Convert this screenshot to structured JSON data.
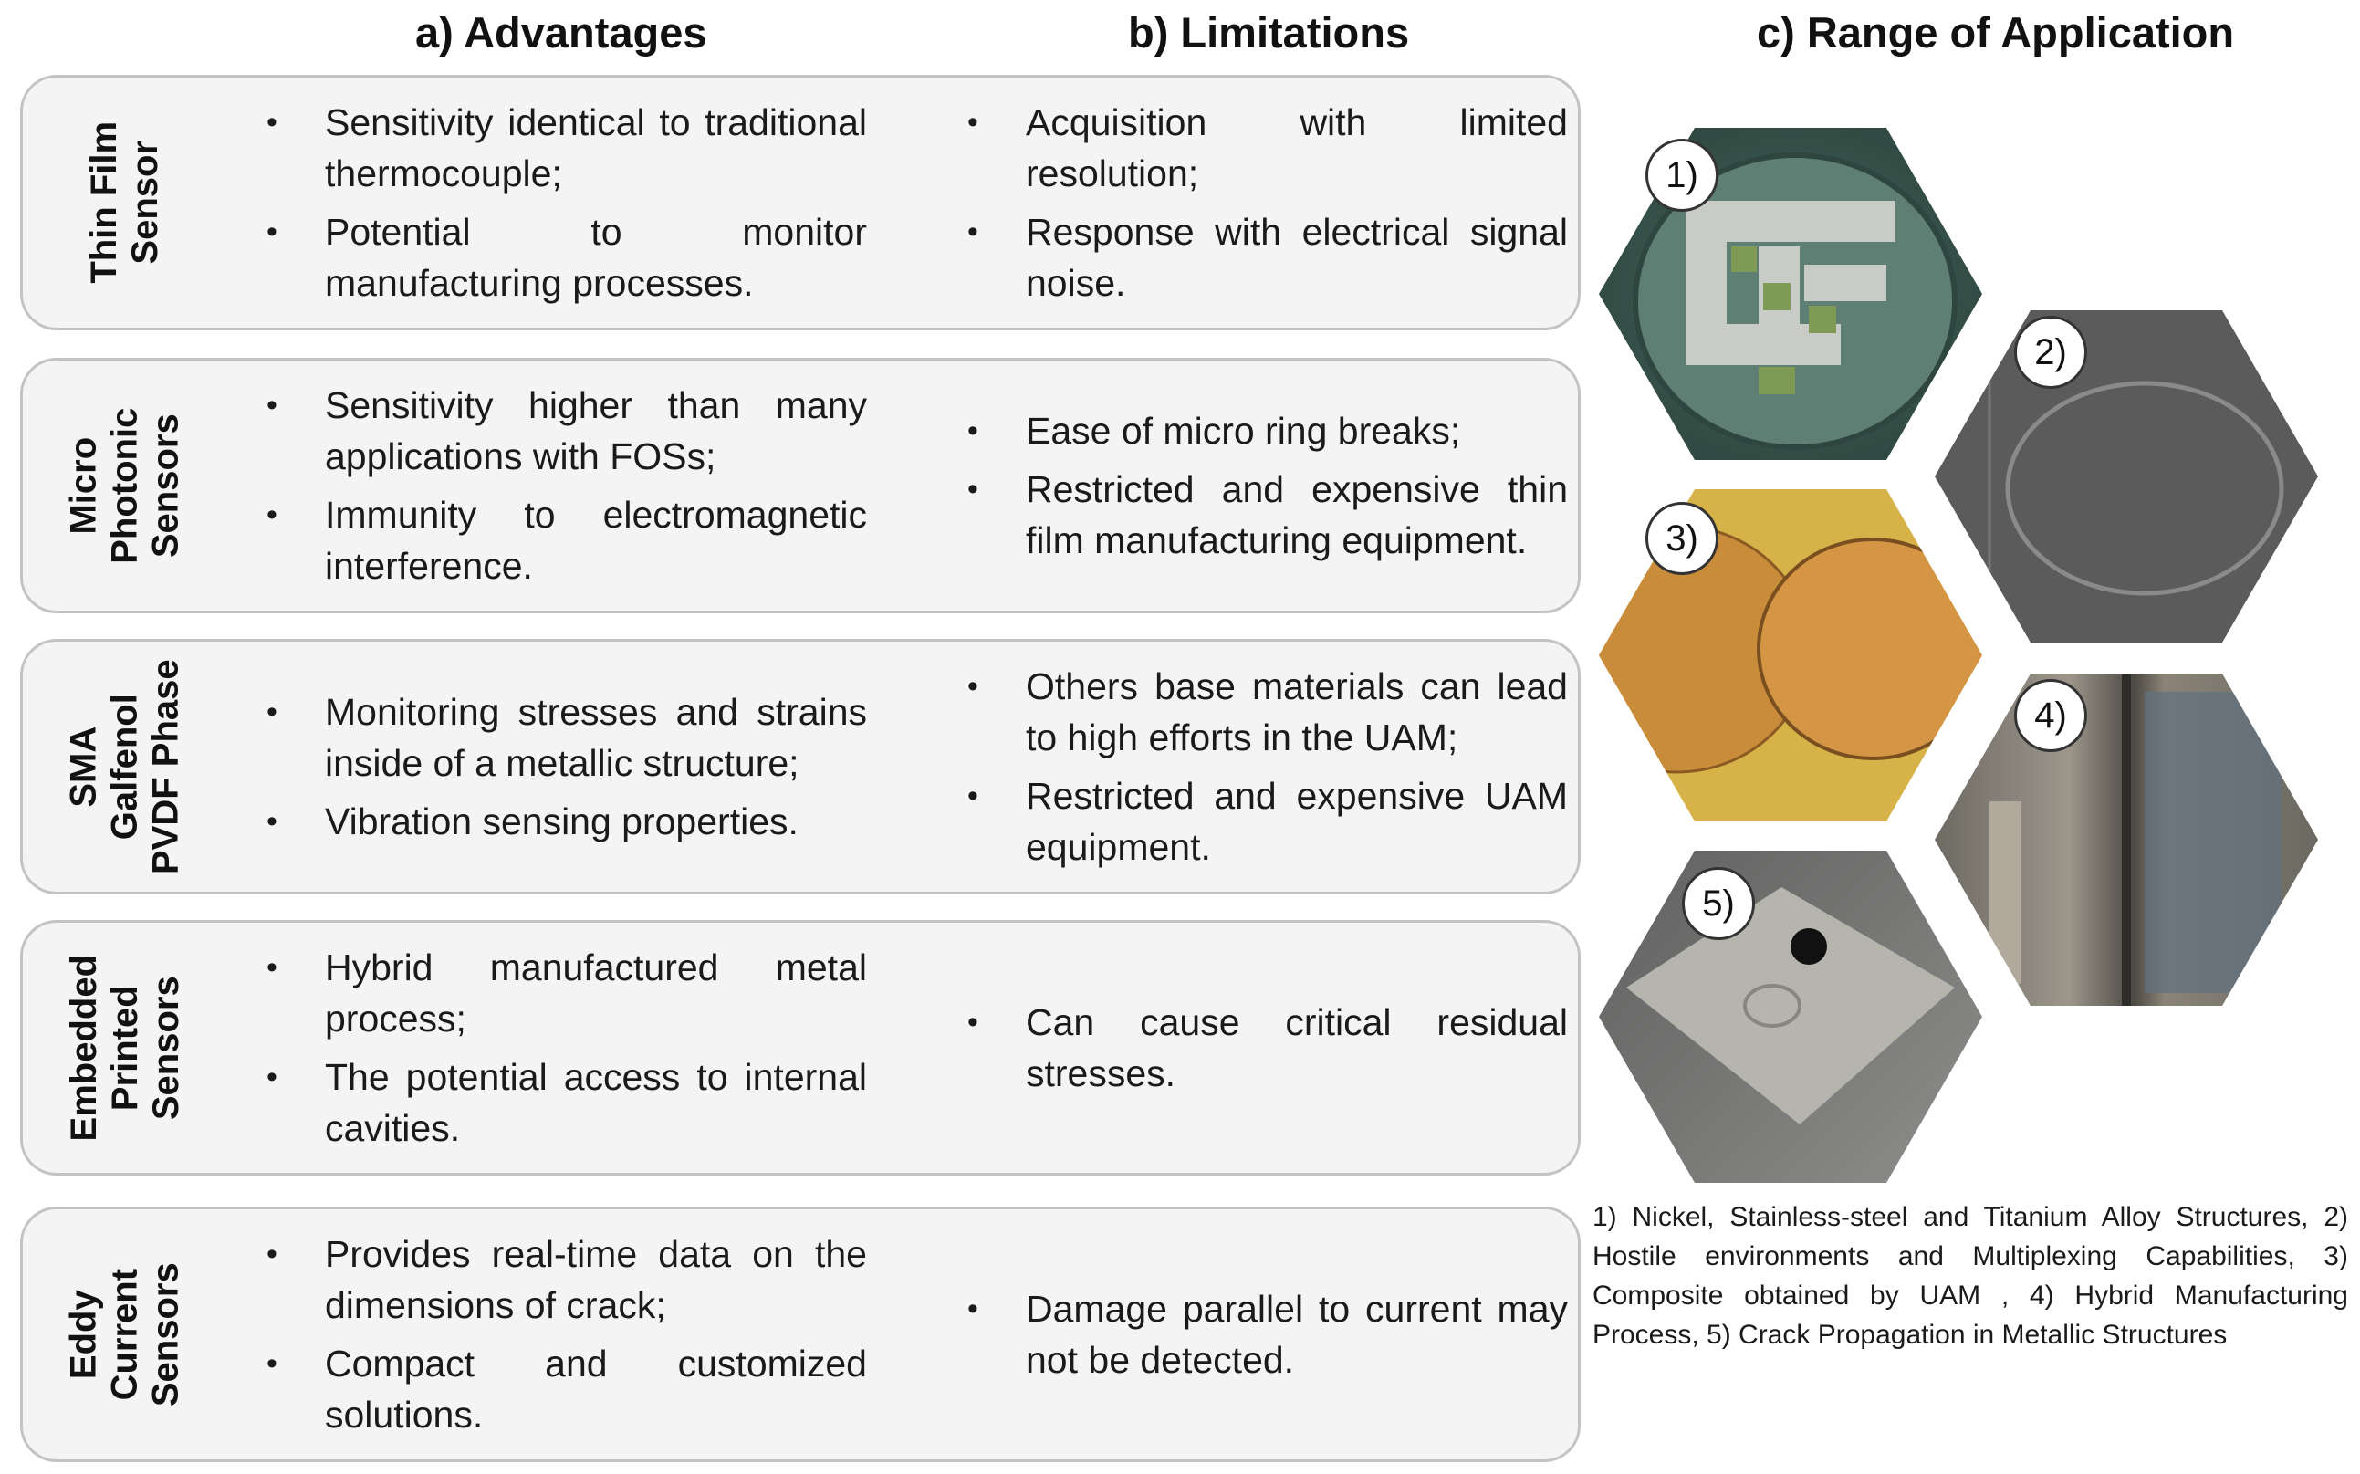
{
  "headers": {
    "advantages": "a) Advantages",
    "limitations": "b) Limitations",
    "application": "c) Range of Application"
  },
  "rows": [
    {
      "label_lines": [
        "Thin Film",
        "Sensor"
      ],
      "advantages": [
        "Sensitivity identical to traditional thermocouple;",
        "Potential to monitor manufacturing processes."
      ],
      "limitations": [
        "Acquisition with limited resolution;",
        "Response with electrical signal noise."
      ]
    },
    {
      "label_lines": [
        "Micro",
        "Photonic",
        "Sensors"
      ],
      "advantages": [
        "Sensitivity higher than many applications with FOSs;",
        "Immunity to electromagnetic interference."
      ],
      "limitations": [
        "Ease of micro ring breaks;",
        "Restricted and expensive thin film manufacturing equipment."
      ]
    },
    {
      "label_lines": [
        "SMA",
        "Galfenol",
        "PVDF Phase"
      ],
      "advantages": [
        "Monitoring stresses and strains inside of a metallic structure;",
        "Vibration sensing properties."
      ],
      "limitations": [
        "Others base materials can lead to high efforts in the UAM;",
        "Restricted and expensive UAM equipment."
      ]
    },
    {
      "label_lines": [
        "Embedded",
        "Printed",
        "Sensors"
      ],
      "advantages": [
        "Hybrid manufactured metal process;",
        "The potential access to internal cavities."
      ],
      "limitations": [
        "Can cause critical residual stresses."
      ]
    },
    {
      "label_lines": [
        "Eddy",
        "Current",
        "Sensors"
      ],
      "advantages": [
        "Provides real-time data on the dimensions of crack;",
        "Compact and customized solutions."
      ],
      "limitations": [
        "Damage parallel to current may not be detected."
      ]
    }
  ],
  "images": [
    {
      "number": "1)",
      "icon": "thin-film-wafer-image"
    },
    {
      "number": "2)",
      "icon": "micro-ring-image"
    },
    {
      "number": "3)",
      "icon": "composite-uam-image"
    },
    {
      "number": "4)",
      "icon": "hybrid-manufacturing-image"
    },
    {
      "number": "5)",
      "icon": "crack-propagation-image"
    }
  ],
  "bullet_glyph": "•",
  "caption": "1) Nickel, Stainless-steel and Titanium Alloy Structures, 2) Hostile environments and Multiplexing Capabilities, 3) Composite obtained by UAM , 4) Hybrid Manufacturing Process, 5) Crack Propagation in Metallic Structures"
}
